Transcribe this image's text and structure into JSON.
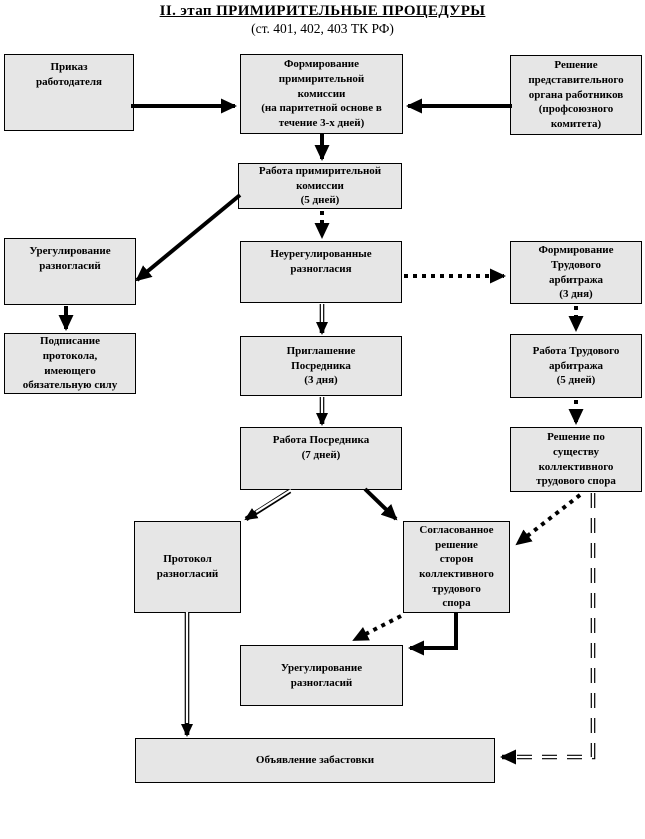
{
  "header": {
    "title": "II. этап ПРИМИРИТЕЛЬНЫЕ ПРОЦЕДУРЫ",
    "subtitle": "(ст. 401, 402, 403 ТК РФ)"
  },
  "colors": {
    "box_fill": "#e6e6e6",
    "box_border": "#000000",
    "arrow": "#000000",
    "background": "#ffffff"
  },
  "nodes": {
    "prikaz": "Приказ\nработодателя",
    "form_komissii": "Формирование\nпримирительной\nкомиссии\n(на паритетной основе в\nтечение 3-х дней)",
    "reshenie_organa": "Решение\nпредставительного\nоргана работников\n(профсоюзного\nкомитета)",
    "rabota_komissii": "Работа примирительной\nкомиссии\n(5 дней)",
    "uregulirovanie_left": "Урегулирование\nразногласий",
    "neuregulirovannye": "Неурегулированные\nразногласия",
    "form_arbitrazha": "Формирование\nТрудового\nарбитража\n(3 дня)",
    "podpisanie": "Подписание\nпротокола,\nимеющего\nобязательную силу",
    "priglashenie": "Приглашение\nПосредника\n(3 дня)",
    "rabota_arbitrazha": "Работа Трудового\nарбитража\n(5 дней)",
    "rabota_posrednika": "Работа Посредника\n(7 дней)",
    "reshenie_sushchestvu": "Решение по\nсуществу\nколлективного\nтрудового спора",
    "protokol": "Протокол\nразногласий",
    "soglasovannoe": "Согласованное\nрешение\nсторон\nколлективного\nтрудового\nспора",
    "uregulirovanie_lower": "Урегулирование\nразногласий",
    "obyavlenie": "Объявление забастовки"
  }
}
